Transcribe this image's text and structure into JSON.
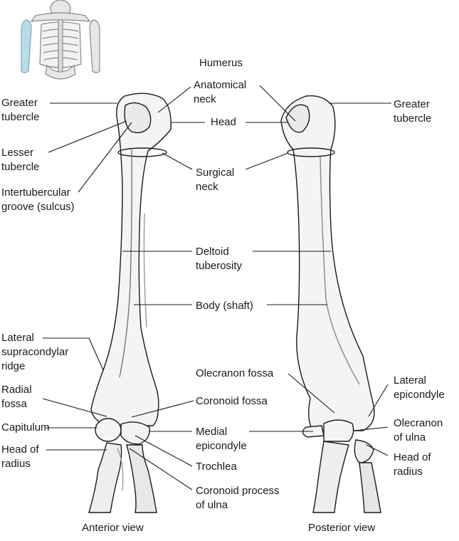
{
  "title": "Humerus",
  "views": {
    "anterior": "Anterior view",
    "posterior": "Posterior view"
  },
  "labels": {
    "anatomical_neck": "Anatomical\nneck",
    "greater_tubercle_left": "Greater\ntubercle",
    "greater_tubercle_right": "Greater\ntubercle",
    "head": "Head",
    "lesser_tubercle": "Lesser\ntubercle",
    "surgical_neck": "Surgical\nneck",
    "intertubercular_groove": "Intertubercular\ngroove (sulcus)",
    "deltoid_tuberosity": "Deltoid\ntuberosity",
    "body_shaft": "Body (shaft)",
    "lateral_supracondylar_ridge": "Lateral\nsupracondylar\nridge",
    "olecranon_fossa": "Olecranon fossa",
    "lateral_epicondyle": "Lateral\nepicondyle",
    "radial_fossa": "Radial\nfossa",
    "coronoid_fossa": "Coronoid fossa",
    "capitulum": "Capitulum",
    "olecranon_of_ulna": "Olecranon\nof ulna",
    "medial_epicondyle": "Medial\nepicondyle",
    "head_of_radius_left": "Head of\nradius",
    "head_of_radius_right": "Head of\nradius",
    "trochlea": "Trochlea",
    "coronoid_process": "Coronoid process\nof ulna"
  },
  "colors": {
    "bone_fill": "#f4f4f4",
    "bone_stroke": "#1a1a1a",
    "shade": "#cfcfcf",
    "highlight": "#b9dbe6",
    "leader": "#1a1a1a"
  }
}
